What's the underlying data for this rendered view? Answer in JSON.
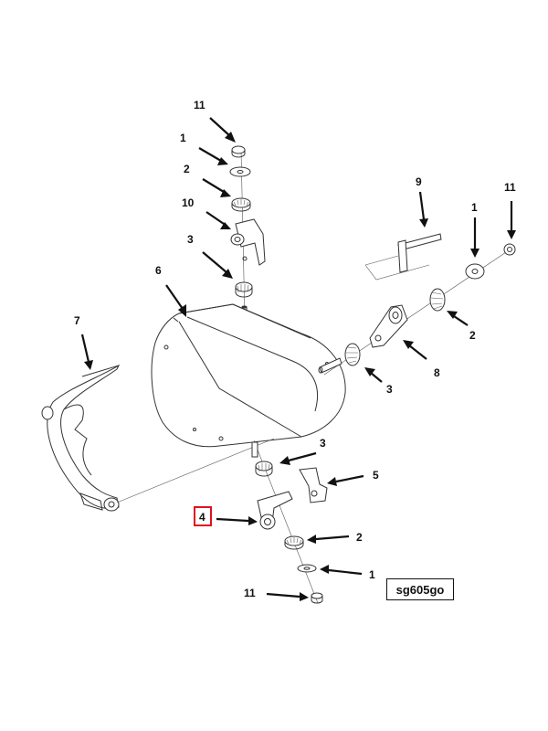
{
  "diagram_id": "sg605go",
  "highlighted_callout": "4",
  "callouts": [
    {
      "id": "c11-top",
      "label": "11"
    },
    {
      "id": "c1-top",
      "label": "1"
    },
    {
      "id": "c2-top",
      "label": "2"
    },
    {
      "id": "c10",
      "label": "10"
    },
    {
      "id": "c3-top",
      "label": "3"
    },
    {
      "id": "c6",
      "label": "6"
    },
    {
      "id": "c7",
      "label": "7"
    },
    {
      "id": "c9",
      "label": "9"
    },
    {
      "id": "c1-right",
      "label": "1"
    },
    {
      "id": "c11-right",
      "label": "11"
    },
    {
      "id": "c2-right",
      "label": "2"
    },
    {
      "id": "c8",
      "label": "8"
    },
    {
      "id": "c3-right",
      "label": "3"
    },
    {
      "id": "c3-bottom",
      "label": "3"
    },
    {
      "id": "c5",
      "label": "5"
    },
    {
      "id": "c4",
      "label": "4"
    },
    {
      "id": "c2-bottom",
      "label": "2"
    },
    {
      "id": "c1-bottom",
      "label": "1"
    },
    {
      "id": "c11-bottom",
      "label": "11"
    }
  ],
  "colors": {
    "highlight": "#e0121d",
    "line": "#333333",
    "arrow": "#111111"
  }
}
